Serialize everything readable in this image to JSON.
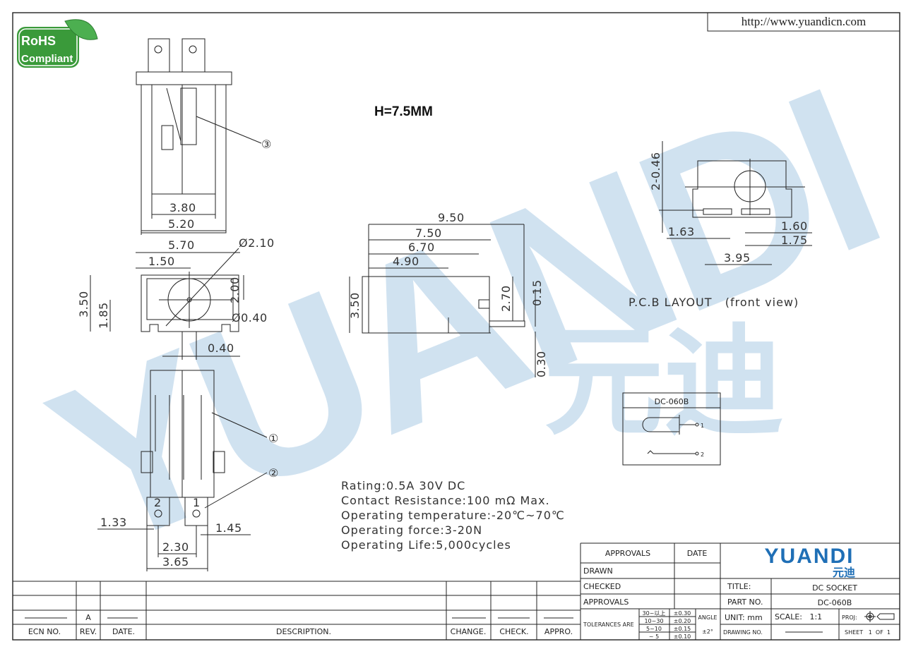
{
  "header": {
    "url": "http://www.yuandicn.com",
    "height_note": "H=7.5MM"
  },
  "logo": {
    "rohs_line1": "RoHS",
    "rohs_line2": "Compliant",
    "watermark_latin": "YUANDI",
    "watermark_cjk": "元迪"
  },
  "top_view": {
    "dims": [
      "3.80",
      "5.20"
    ],
    "callout": "③"
  },
  "front_view": {
    "dims": [
      "5.70",
      "1.50",
      "Ø2.10",
      "2.00",
      "3.50",
      "1.85",
      "Ø0.40",
      "0.40"
    ]
  },
  "side_view": {
    "dims": [
      "9.50",
      "7.50",
      "6.70",
      "4.90",
      "3.50",
      "2.70",
      "0.15",
      "0.30"
    ]
  },
  "bottom_view": {
    "callouts": [
      "①",
      "②"
    ],
    "pins": [
      "2",
      "1"
    ],
    "dims": [
      "1.33",
      "1.45",
      "2.30",
      "3.65"
    ]
  },
  "pcb_layout": {
    "dims": [
      "2-0.46",
      "1.63",
      "1.60",
      "1.75",
      "3.95"
    ],
    "caption": "P.C.B LAYOUT   (front view)"
  },
  "schematic": {
    "title": "DC-060B",
    "pin1": "1",
    "pin2": "2"
  },
  "specs": [
    "Rating:0.5A 30V DC",
    "Contact Resistance:100 mΩ Max.",
    "Operating temperature:-20℃~70℃",
    "Operating force:3-20N",
    "Operating Life:5,000cycles"
  ],
  "revision_block": {
    "row_rev": "A",
    "headers": [
      "ECN NO.",
      "REV.",
      "DATE.",
      "DESCRIPTION.",
      "CHANGE.",
      "CHECK.",
      "APPRO."
    ]
  },
  "title_block": {
    "approvals_header": "APPROVALS",
    "date_header": "DATE",
    "drawn": "DRAWN",
    "checked": "CHECKED",
    "approvals": "APPROVALS",
    "tolerances_label": "TOLERANCES ARE",
    "tolerance_rows": [
      {
        "range": "30~以上",
        "tol": "±0.30"
      },
      {
        "range": "10~30",
        "tol": "±0.20"
      },
      {
        "range": "5~10",
        "tol": "±0.15"
      },
      {
        "range": "~ 5",
        "tol": "±0.10"
      }
    ],
    "angle_label": "ANGLE",
    "angle_value": "±2°",
    "brand": "YUANDI",
    "brand_cjk": "元迪",
    "title_label": "TITLE:",
    "title_value": "DC SOCKET",
    "part_label": "PART NO.",
    "part_value": "DC-060B",
    "unit": "UNIT:  mm",
    "scale": "SCALE:   1:1",
    "proj": "PROJ:",
    "drawing_no": "DRAWING NO.",
    "sheet": "SHEET   1  OF  1"
  }
}
